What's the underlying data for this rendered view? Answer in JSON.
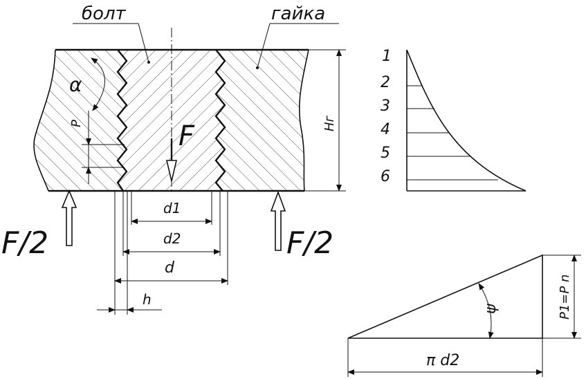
{
  "labels": {
    "bolt": "болт",
    "nut": "гайка",
    "alpha": "α",
    "pitch": "P",
    "force": "F",
    "half_force_left": "F/2",
    "half_force_right": "F/2",
    "nut_height": "Hг",
    "d1": "d1",
    "d2": "d2",
    "d": "d",
    "h": "h",
    "psi": "ψ",
    "pi_d2": "π d2",
    "p1_pn": "P1=P n"
  },
  "thread_turns": [
    "1",
    "2",
    "3",
    "4",
    "5",
    "6"
  ]
}
